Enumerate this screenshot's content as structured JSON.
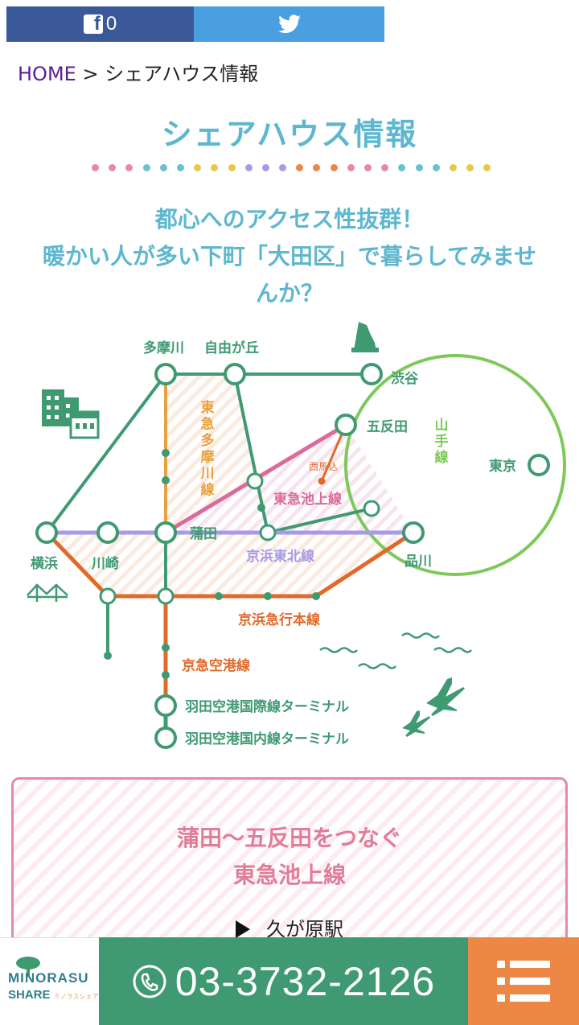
{
  "share": {
    "fb_icon": "f",
    "fb_count": "0",
    "twitter_icon": "twitter-bird-icon",
    "fb_color": "#3b5998",
    "tw_color": "#4a9fe0"
  },
  "breadcrumb": {
    "home": "HOME",
    "sep": " > ",
    "current": "シェアハウス情報"
  },
  "page_title": "シェアハウス情報",
  "dot_colors": [
    "#e888a8",
    "#e888a8",
    "#e888a8",
    "#6cc0d0",
    "#6cc0d0",
    "#6cc0d0",
    "#e8c84a",
    "#e8c84a",
    "#e8c84a",
    "#a79ae8",
    "#a79ae8",
    "#a79ae8",
    "#ec8746",
    "#ec8746",
    "#ec8746",
    "#e888a8",
    "#e888a8",
    "#e888a8",
    "#6cc0d0",
    "#6cc0d0",
    "#6cc0d0",
    "#e8c84a",
    "#e8c84a",
    "#e8c84a"
  ],
  "lead": {
    "line1": "都心へのアクセス性抜群！",
    "line2": "暖かい人が多い下町「大田区」で暮らしてみませ",
    "line3": "んか？"
  },
  "map": {
    "stations": {
      "tamagawa": "多摩川",
      "jiyugaoka": "自由が丘",
      "shibuya": "渋谷",
      "gotanda": "五反田",
      "tokyo": "東京",
      "nishimagome": "西馬込",
      "kamata": "蒲田",
      "yokohama": "横浜",
      "kawasaki": "川崎",
      "shinagawa": "品川",
      "haneda_intl": "羽田空港国際線ターミナル",
      "haneda_dom": "羽田空港国内線ターミナル"
    },
    "lines": {
      "tamagawa_line": [
        "東",
        "急",
        "多",
        "摩",
        "川",
        "線"
      ],
      "yamanote": [
        "山",
        "手",
        "線"
      ],
      "ikegami": "東急池上線",
      "keihin_tohoku": "京浜東北線",
      "keikyu_main": "京浜急行本線",
      "keikyu_airport": "京急空港線"
    },
    "colors": {
      "green": "#3f9a72",
      "orange": "#ec8746",
      "pink": "#dd6a9a",
      "purple": "#a79ae8",
      "yamanote": "#7dc95a",
      "keikyu": "#e06a2a",
      "tamagawa": "#e8a040"
    }
  },
  "card": {
    "title1": "蒲田〜五反田をつなぐ",
    "title2": "東急池上線",
    "station": "久が原駅"
  },
  "footer": {
    "logo_top": "MINORASU",
    "logo_bottom": "SHARE",
    "logo_small": "ミノラスシェア",
    "phone": "03-3732-2126",
    "menu_icon": "list-menu-icon"
  }
}
